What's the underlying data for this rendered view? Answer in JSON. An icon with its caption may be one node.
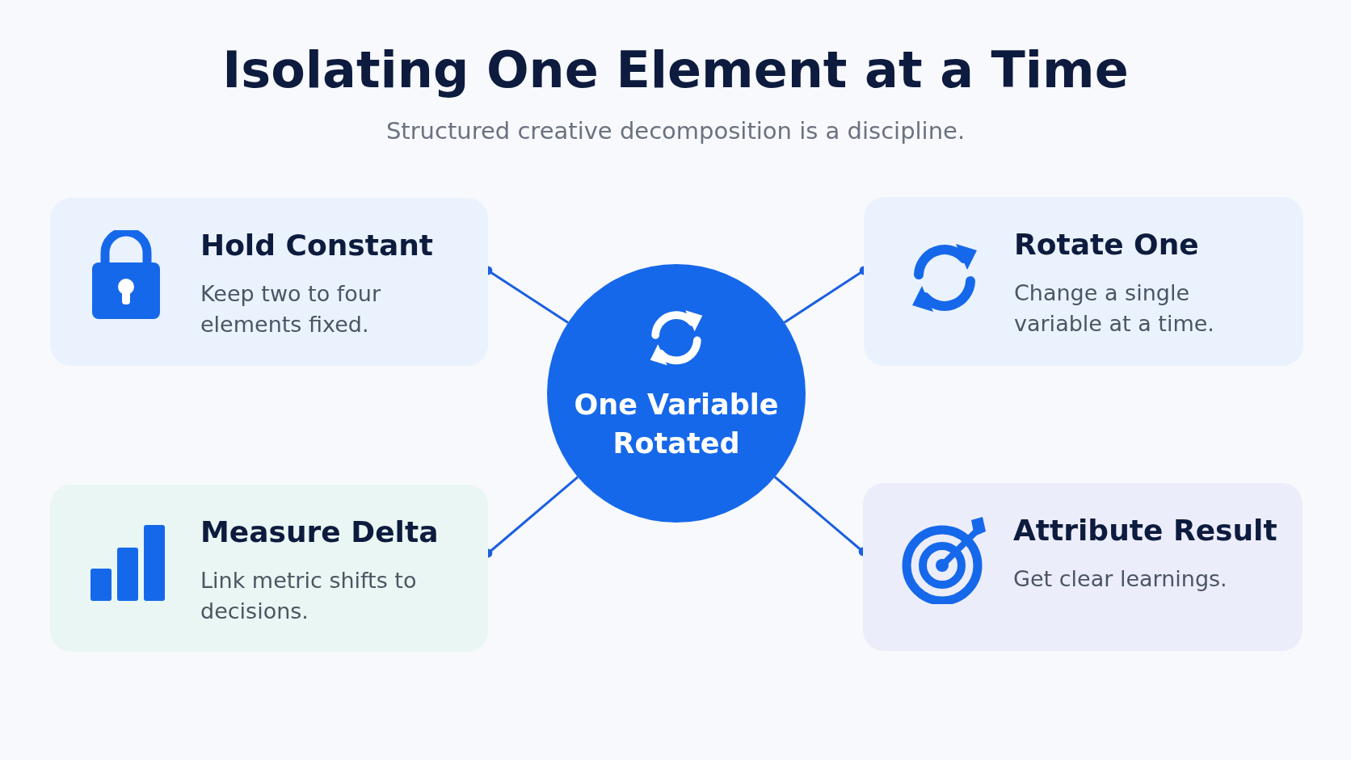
{
  "diagram": {
    "title": "Isolating **One Element** at a Time",
    "caption": "Structured creative decomposition is a discipline.",
    "nodes": [
      {
        "text": [
          "One Variable Rotated"
        ]
      },
      {
        "text": [
          "Hold Constant",
          "Keep two to four elements fixed."
        ]
      },
      {
        "text": [
          "Rotate One",
          "Change a single variable at a time."
        ]
      },
      {
        "text": [
          "Measure Delta",
          "Link metric shifts to decisions."
        ]
      },
      {
        "text": [
          "Attribute Result",
          "Get clear learnings."
        ]
      }
    ],
    "edges": [
      {
        "from": 0,
        "to": 1,
        "arrow": "other"
      },
      {
        "from": 0,
        "to": 2,
        "arrow": "other"
      },
      {
        "from": 0,
        "to": 3,
        "arrow": "other"
      },
      {
        "from": 0,
        "to": 4,
        "arrow": "other"
      }
    ]
  }
}
